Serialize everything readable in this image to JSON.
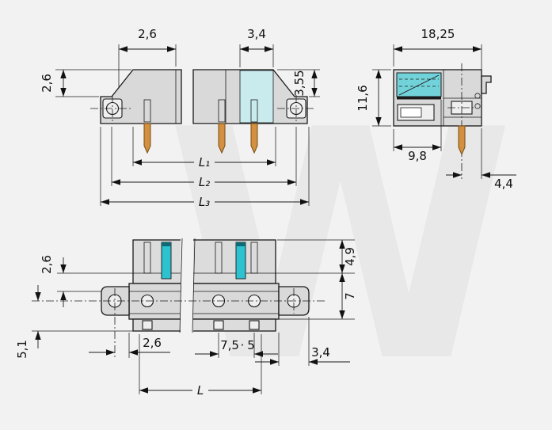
{
  "watermark": "W",
  "colors": {
    "background": "#f2f2f2",
    "body_gray": "#d9d9d9",
    "accent_cyan": "#2cc2d0",
    "accent_cyan_pale": "#c9ebee",
    "accent_cyan_mid": "#72d2da",
    "pin_copper": "#d29040",
    "line": "#1a1a1a"
  },
  "front_view": {
    "dims": {
      "top_left": "2,6",
      "top_right": "3,4",
      "left_height": "2,6",
      "right_height": "3,55",
      "l1": "L₁",
      "l2": "L₂",
      "l3": "L₃"
    }
  },
  "side_view": {
    "dims": {
      "overall_width": "18,25",
      "overall_height": "11,6",
      "front_depth": "9,8",
      "pin_to_edge": "4,4"
    }
  },
  "bottom_view": {
    "dims": {
      "left_step": "2,6",
      "left_lower": "5,1",
      "right_upper": "4,9",
      "right_lower": "7",
      "bottom_left": "2,6",
      "pitch_a": "7,5",
      "pitch_sep": "·",
      "pitch_b": "5",
      "bottom_right": "3,4",
      "overall_length": "L"
    }
  }
}
